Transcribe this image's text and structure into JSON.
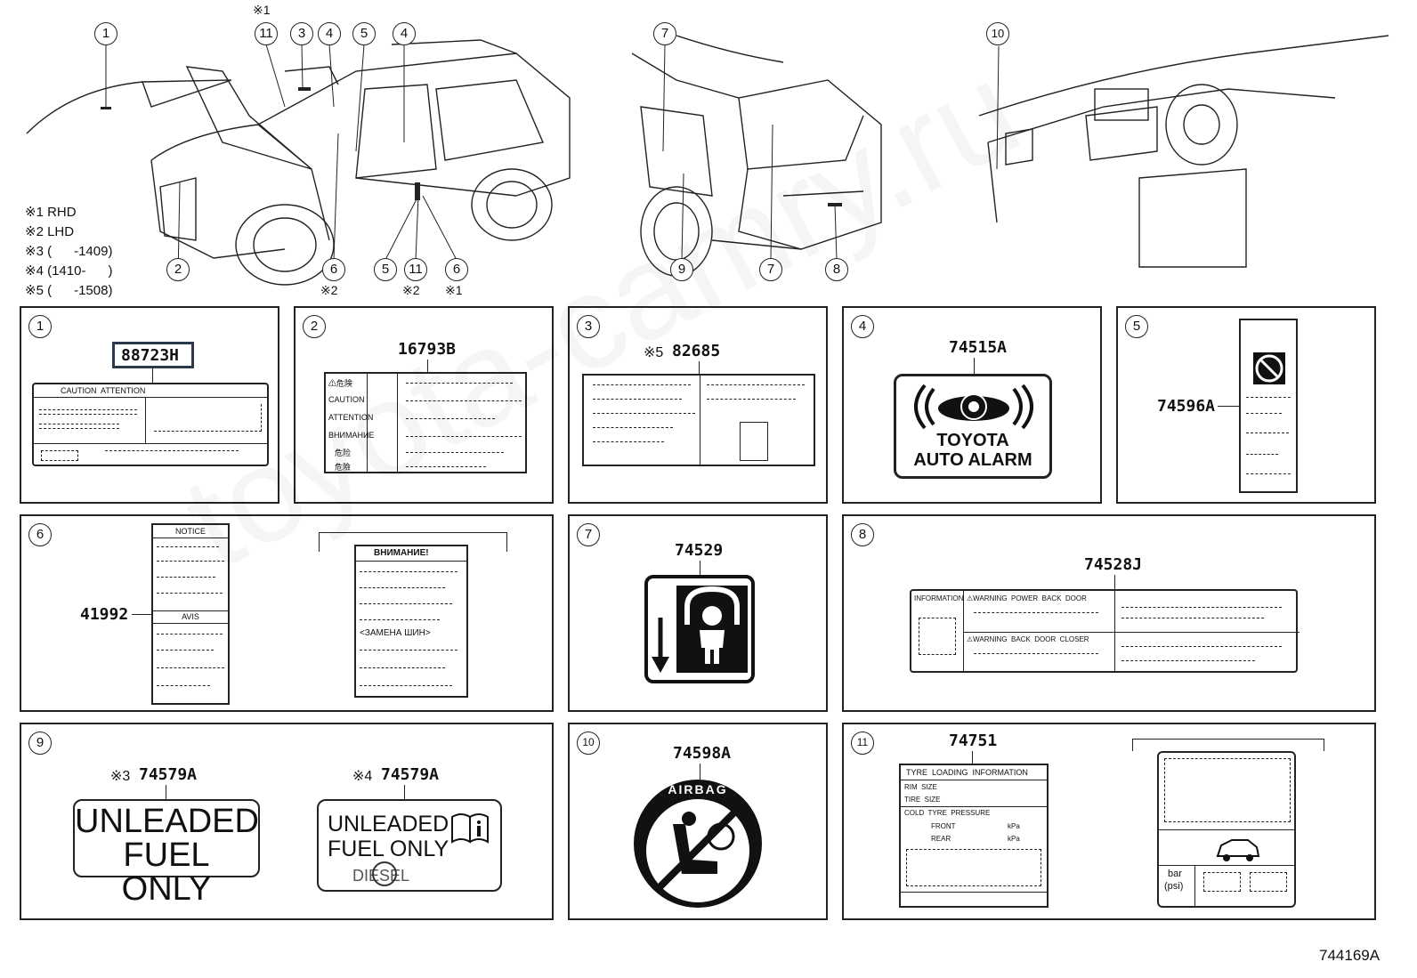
{
  "legend": [
    {
      "mark": "※1",
      "text": "RHD"
    },
    {
      "mark": "※2",
      "text": "LHD"
    },
    {
      "mark": "※3",
      "text": "(      -1409)"
    },
    {
      "mark": "※4",
      "text": "(1410-      )"
    },
    {
      "mark": "※5",
      "text": "(      -1508)"
    }
  ],
  "callouts": {
    "c1": "1",
    "c2": "2",
    "c3": "3",
    "c4a": "4",
    "c4b": "4",
    "c5a": "5",
    "c5b": "5",
    "c6a": "6",
    "c6b": "6",
    "c11a": "11",
    "c11b": "11",
    "c7a": "7",
    "c7b": "7",
    "c8": "8",
    "c9": "9",
    "c10": "10"
  },
  "callout_marks": {
    "top11": "※1",
    "bot6": "※2",
    "bot11": "※2",
    "bot6b": "※1"
  },
  "panels": {
    "p1": {
      "num": "1",
      "part": "88723H",
      "label_header": "CAUTION  ATTENTION"
    },
    "p2": {
      "num": "2",
      "part": "16793B",
      "rows": [
        "⚠危険",
        "CAUTION",
        "ATTENTION",
        "ВНИМАНИЕ",
        "危险",
        "危險"
      ]
    },
    "p3": {
      "num": "3",
      "mark": "※5",
      "part": "82685"
    },
    "p4": {
      "num": "4",
      "part": "74515A",
      "line1": "TOYOTA",
      "line2": "AUTO ALARM"
    },
    "p5": {
      "num": "5",
      "part": "74596A"
    },
    "p6": {
      "num": "6",
      "part": "41992",
      "notice": "NOTICE",
      "avis": "AVIS",
      "ru_title": "ВНИМАНИЕ!",
      "ru_sub": "<ЗАМЕНА ШИН>"
    },
    "p7": {
      "num": "7",
      "part": "74529"
    },
    "p8": {
      "num": "8",
      "part": "74528J",
      "info": "INFORMATION",
      "warn1": "⚠WARNING  POWER  BACK  DOOR",
      "warn2": "⚠WARNING  BACK  DOOR  CLOSER"
    },
    "p9": {
      "num": "9",
      "mark_a": "※3",
      "part_a": "74579A",
      "mark_b": "※4",
      "part_b": "74579A",
      "a_line1": "UNLEADED",
      "a_line2": "FUEL ONLY",
      "b_line1": "UNLEADED",
      "b_line2": "FUEL ONLY",
      "b_diesel": "DIESEL"
    },
    "p10": {
      "num": "10",
      "part": "74598A",
      "ring": "AIRBAG"
    },
    "p11": {
      "num": "11",
      "part": "74751",
      "title": "TYRE  LOADING  INFORMATION",
      "rim": "RIM  SIZE",
      "tire": "TIRE  SIZE",
      "cold": "COLD  TYRE  PRESSURE",
      "front": "FRONT",
      "rear": "REAR",
      "kpa": "kPa",
      "bar": "bar",
      "psi": "(psi)"
    }
  },
  "drawing_id": "744169A",
  "watermark": "toyota-camry.ru"
}
